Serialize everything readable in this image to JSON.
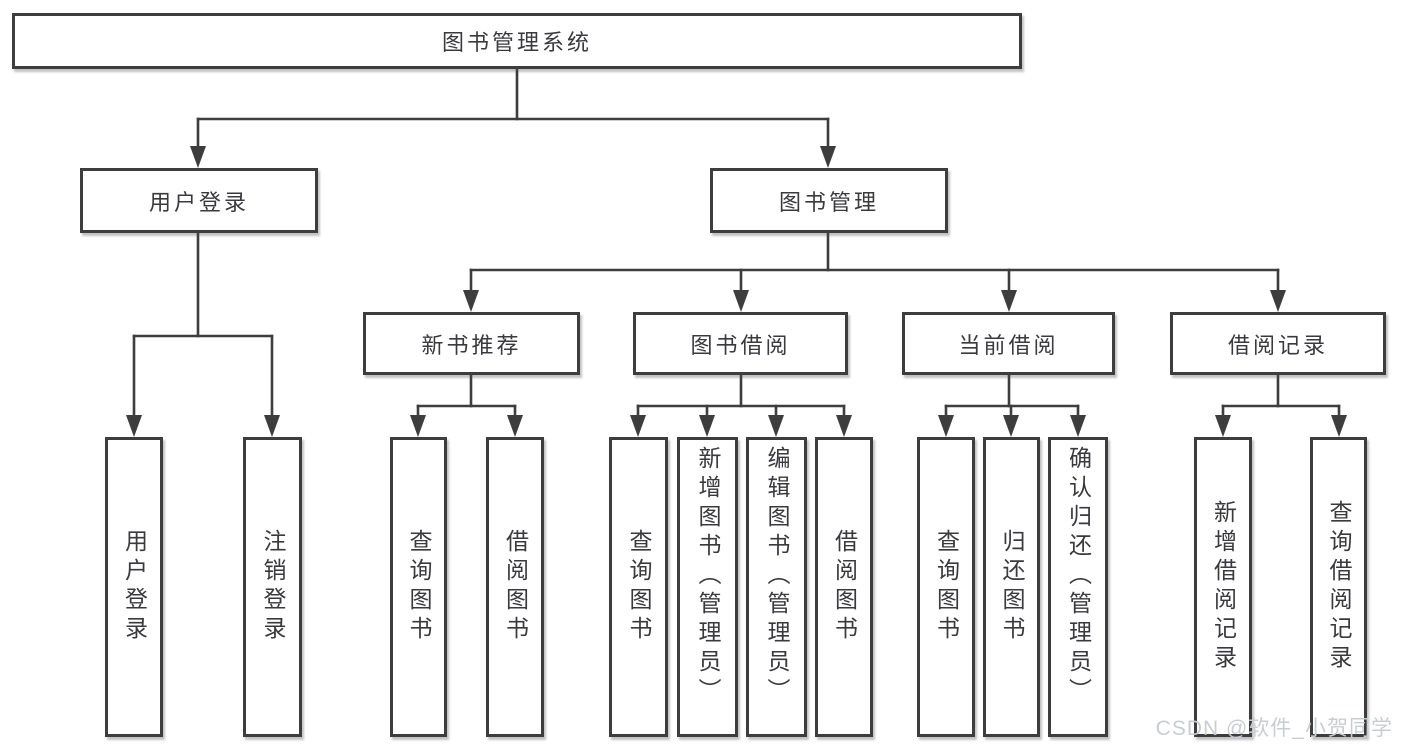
{
  "tree": {
    "root": {
      "label": "图书管理系统"
    },
    "branches": [
      {
        "label": "用户登录",
        "children": [
          {
            "label": "用户登录"
          },
          {
            "label": "注销登录"
          }
        ]
      },
      {
        "label": "图书管理",
        "children": [
          {
            "label": "新书推荐",
            "children": [
              {
                "label": "查询图书"
              },
              {
                "label": "借阅图书"
              }
            ]
          },
          {
            "label": "图书借阅",
            "children": [
              {
                "label": "查询图书"
              },
              {
                "label": "新增图书（管理员）"
              },
              {
                "label": "编辑图书（管理员）"
              },
              {
                "label": "借阅图书"
              }
            ]
          },
          {
            "label": "当前借阅",
            "children": [
              {
                "label": "查询图书"
              },
              {
                "label": "归还图书"
              },
              {
                "label": "确认归还（管理员）"
              }
            ]
          },
          {
            "label": "借阅记录",
            "children": [
              {
                "label": "新增借阅记录"
              },
              {
                "label": "查询借阅记录"
              }
            ]
          }
        ]
      }
    ]
  },
  "watermark": {
    "text": "CSDN @软件_小贺同学",
    "color": "#c9cdd2"
  },
  "colors": {
    "line": "#3d3d3d",
    "box_border": "#3d3d3d",
    "text": "#3a3a3e",
    "background": "#ffffff"
  }
}
